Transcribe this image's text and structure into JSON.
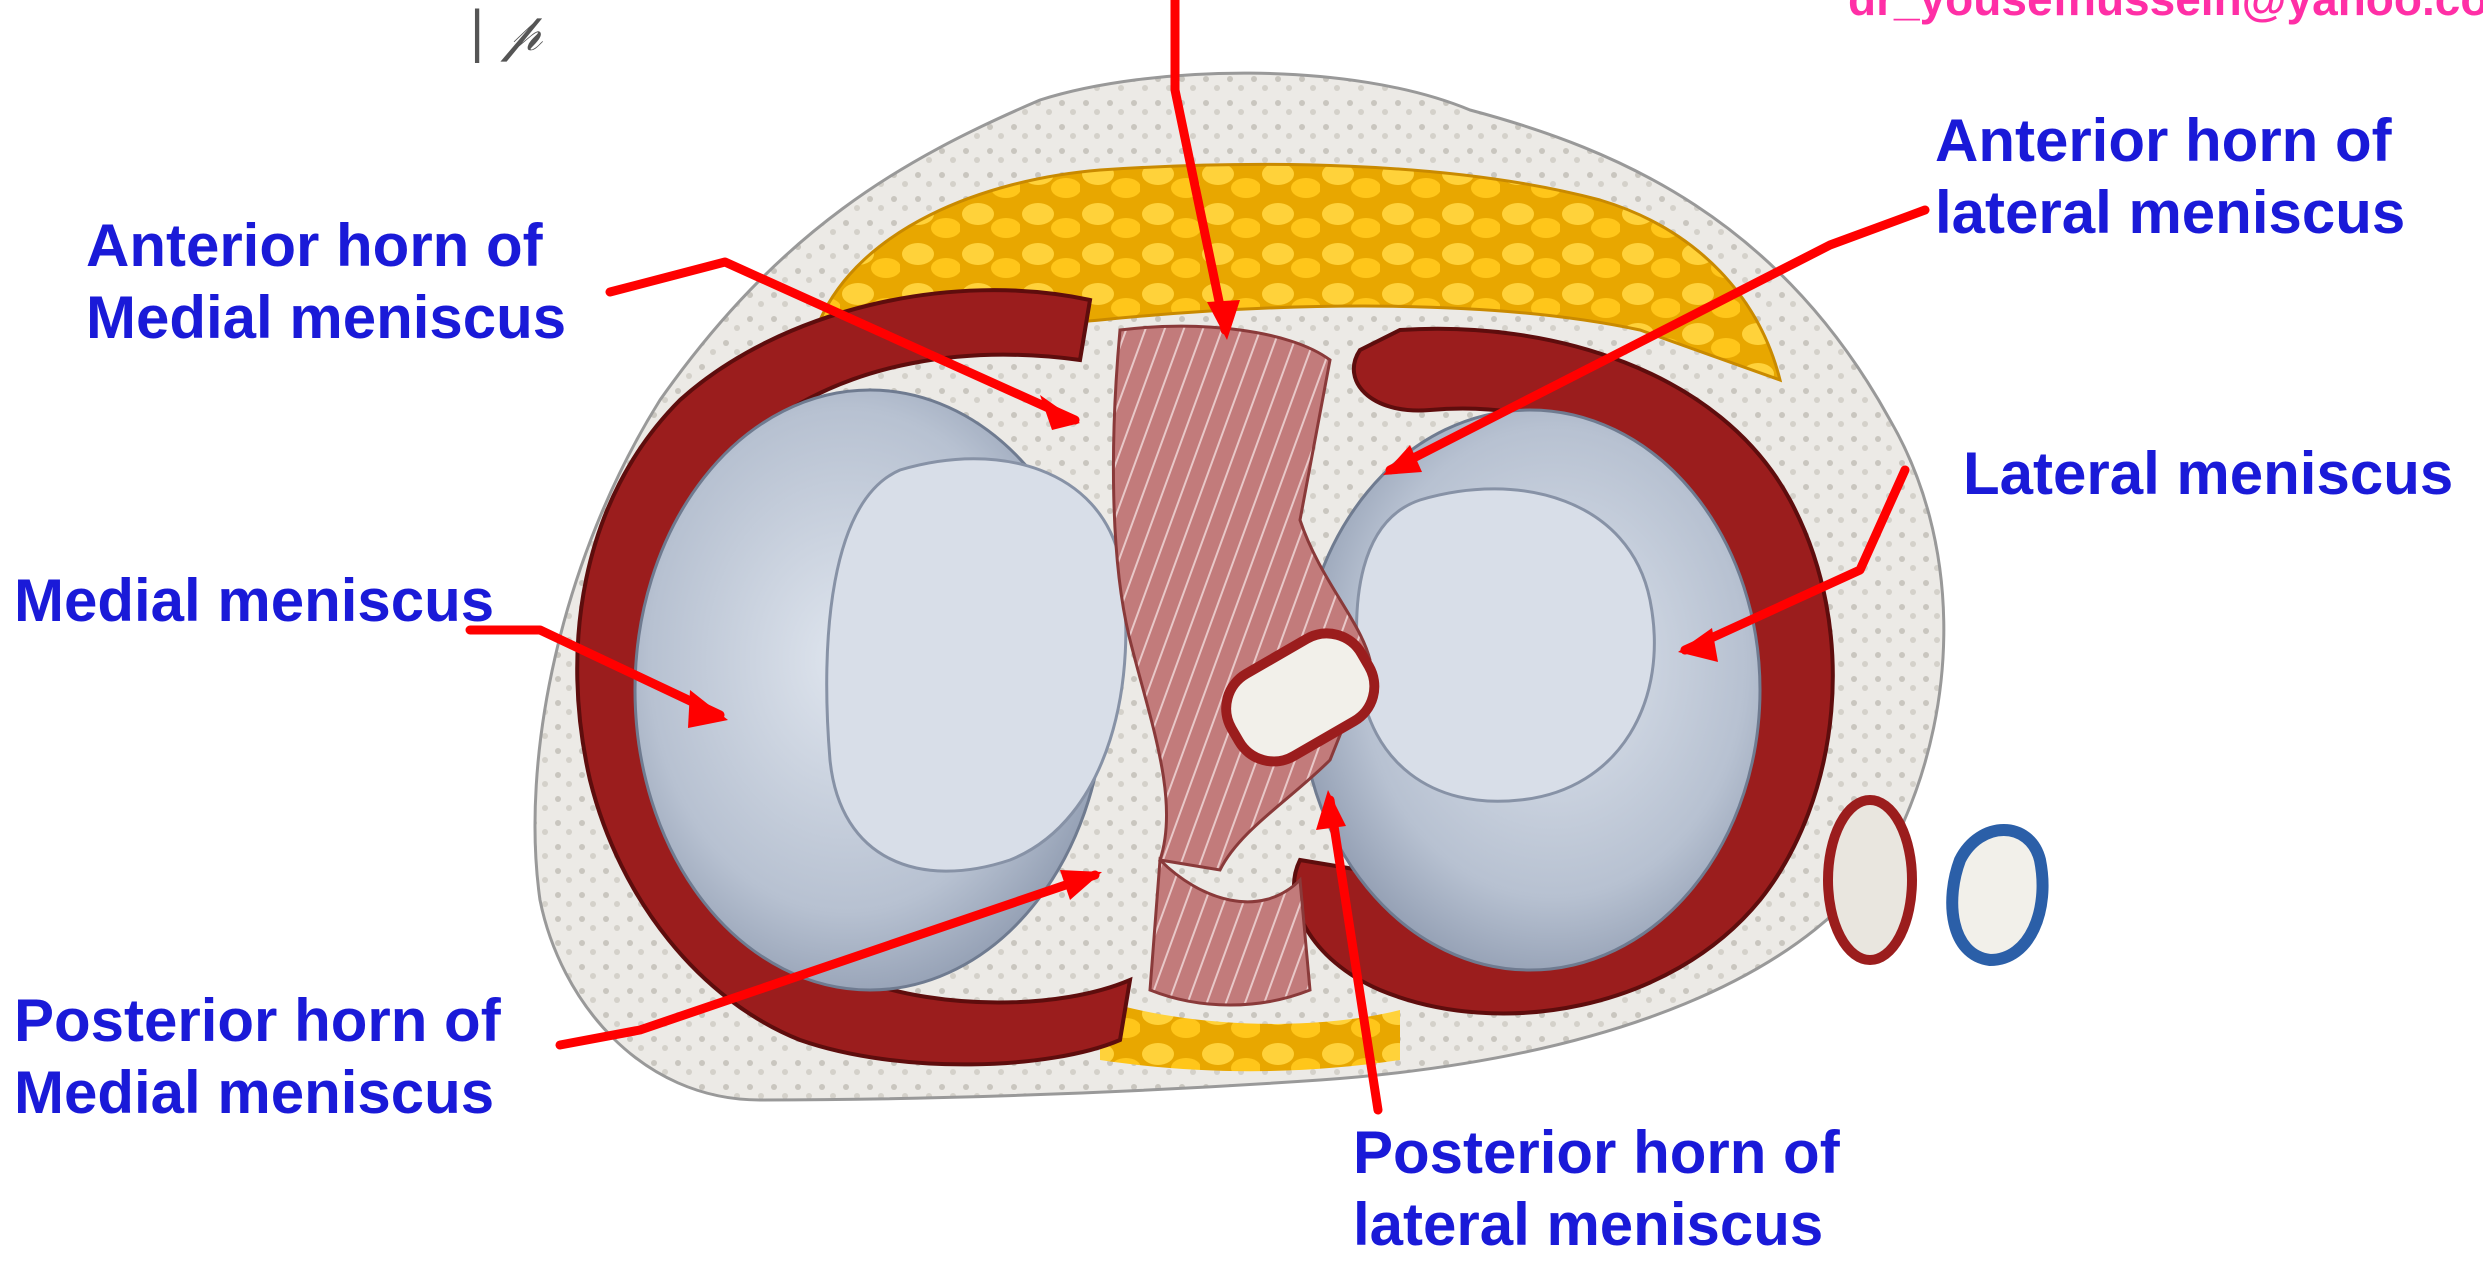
{
  "labels": {
    "anterior_horn_medial": "Anterior horn of\nMedial meniscus",
    "medial_meniscus": "Medial meniscus",
    "posterior_horn_medial": "Posterior horn of\nMedial meniscus",
    "anterior_horn_lateral": "Anterior horn of\nlateral meniscus",
    "lateral_meniscus": "Lateral meniscus",
    "posterior_horn_lateral": "Posterior horn of\nlateral meniscus"
  },
  "watermark": "dr_yousefhussein@yahoo.com",
  "corner_mark": "| 𝓅",
  "colors": {
    "label_text": "#1a1ad8",
    "arrow": "#ff0000",
    "watermark": "#ff2fa6",
    "meniscus": "#9b1d1d",
    "cartilage": "#c7cfdb",
    "fat": "#f4b400",
    "ligament": "#b85c5c"
  }
}
